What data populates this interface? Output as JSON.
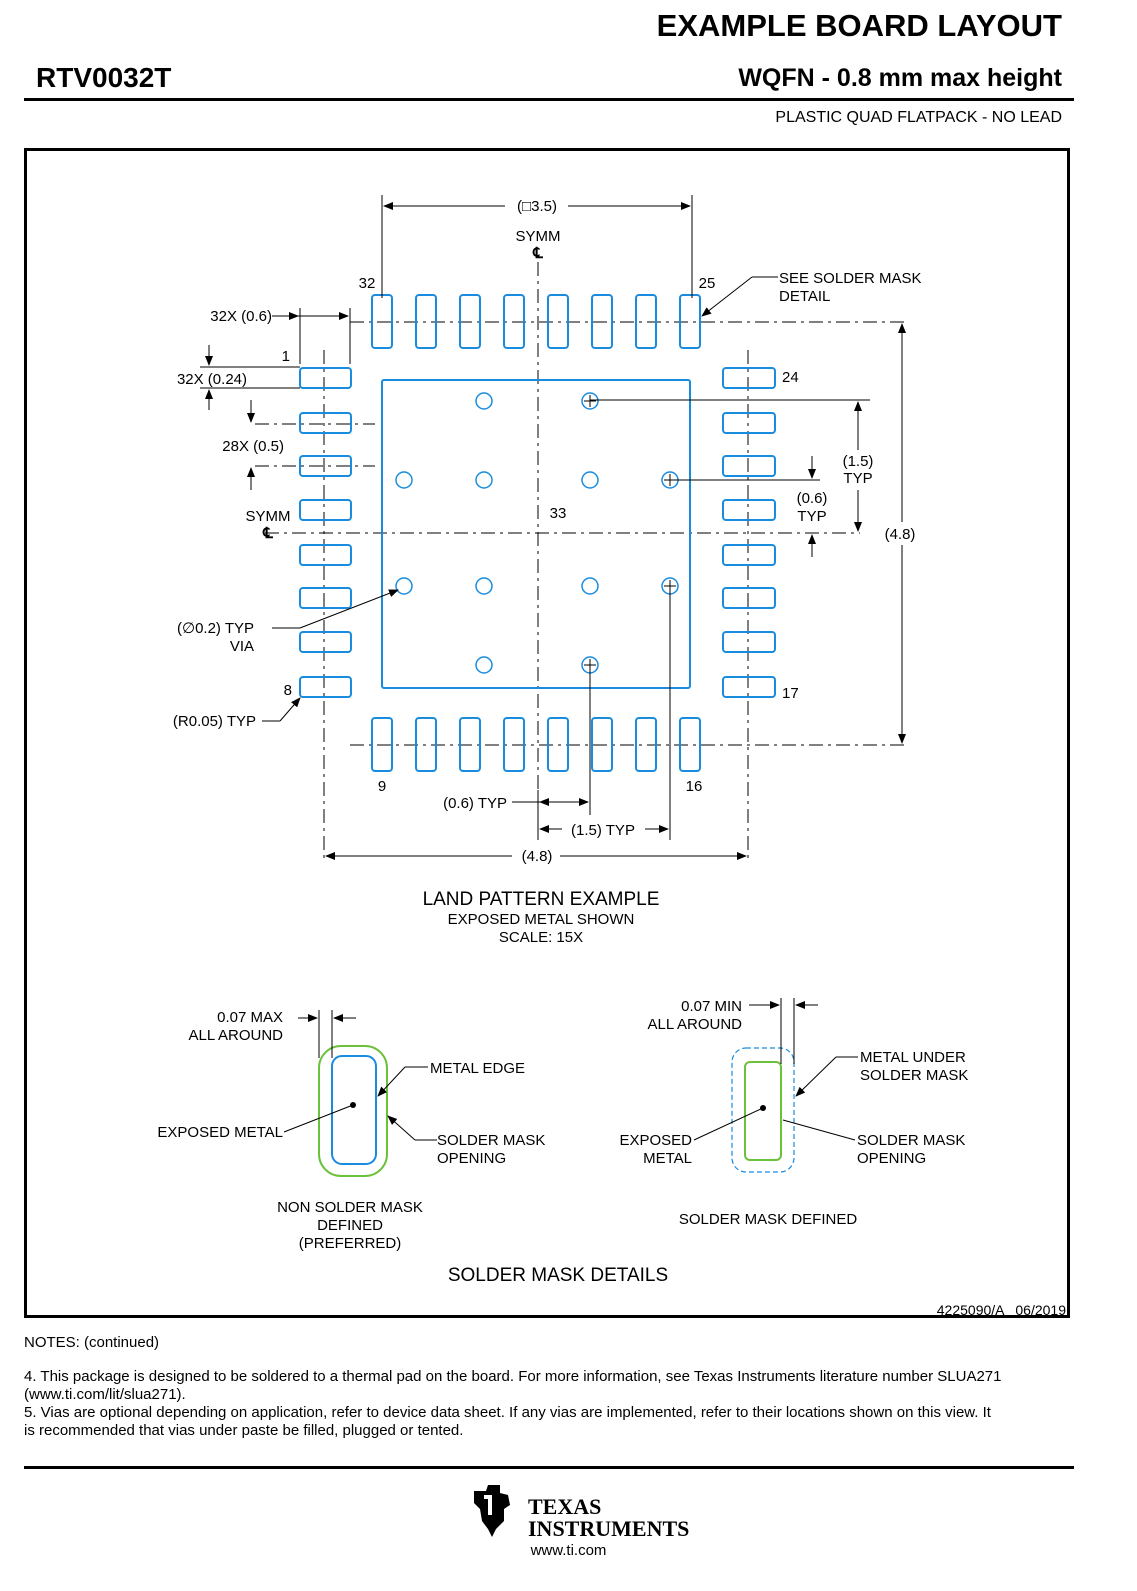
{
  "header": {
    "title": "EXAMPLE BOARD LAYOUT",
    "part_number": "RTV0032T",
    "package": "WQFN - 0.8 mm max height",
    "package_desc": "PLASTIC QUAD FLATPACK - NO LEAD"
  },
  "land_pattern": {
    "dim_body": "(□3.5)",
    "symm": "SYMM",
    "centerline": "℄",
    "pin_32": "32",
    "pin_25": "25",
    "pin_1": "1",
    "pin_24": "24",
    "pin_8": "8",
    "pin_17": "17",
    "pin_9": "9",
    "pin_16": "16",
    "pad_33": "33",
    "see_detail_1": "SEE SOLDER MASK",
    "see_detail_2": "DETAIL",
    "dim_pad_len": "32X (0.6)",
    "dim_pad_wid": "32X (0.24)",
    "dim_pitch": "28X (0.5)",
    "dim_via_dia": "(∅0.2) TYP",
    "via_label": "VIA",
    "dim_corner_r": "(R0.05) TYP",
    "dim_15_typ_a": "(1.5)",
    "dim_typ": "TYP",
    "dim_06_typ_a": "(0.6)",
    "dim_48_v": "(4.8)",
    "dim_06_typ_h": "(0.6) TYP",
    "dim_15_typ_h": "(1.5) TYP",
    "dim_48_h": "(4.8)",
    "caption_1": "LAND PATTERN EXAMPLE",
    "caption_2": "EXPOSED METAL SHOWN",
    "caption_3": "SCALE: 15X"
  },
  "solder_mask": {
    "nsmd_dim_1": "0.07 MAX",
    "nsmd_dim_2": "ALL AROUND",
    "nsmd_metal_edge": "METAL EDGE",
    "nsmd_exposed_metal": "EXPOSED METAL",
    "nsmd_opening_1": "SOLDER MASK",
    "nsmd_opening_2": "OPENING",
    "nsmd_caption_1": "NON SOLDER MASK",
    "nsmd_caption_2": "DEFINED",
    "nsmd_caption_3": "(PREFERRED)",
    "smd_dim_1": "0.07 MIN",
    "smd_dim_2": "ALL AROUND",
    "smd_metal_under_1": "METAL UNDER",
    "smd_metal_under_2": "SOLDER MASK",
    "smd_exposed_1": "EXPOSED",
    "smd_exposed_2": "METAL",
    "smd_opening_1": "SOLDER MASK",
    "smd_opening_2": "OPENING",
    "smd_caption": "SOLDER MASK DEFINED",
    "details_caption": "SOLDER MASK DETAILS"
  },
  "doc_number": "4225090/A   06/2019",
  "notes": {
    "heading": "NOTES: (continued)",
    "note4": "4. This package is designed to be soldered to a thermal pad on the board. For more information, see Texas Instruments literature number SLUA271 (www.ti.com/lit/slua271).",
    "note5": "5. Vias are optional depending on application, refer to device data sheet. If any vias are implemented, refer to their locations shown on this view. It is recommended that vias under paste be filled, plugged or tented."
  },
  "footer": {
    "brand_1": "TEXAS",
    "brand_2": "INSTRUMENTS",
    "url": "www.ti.com"
  },
  "colors": {
    "pad_blue": "#1a8ce0",
    "mask_green": "#6cc13a",
    "line": "#000000"
  }
}
